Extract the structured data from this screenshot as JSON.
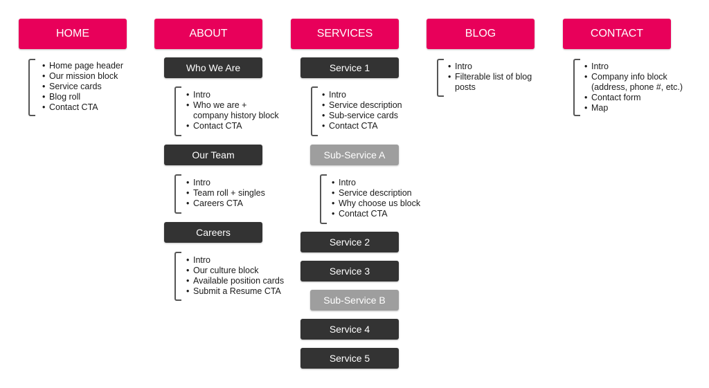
{
  "colors": {
    "nav": "#e8005a",
    "dark": "#333333",
    "grey": "#9e9e9e",
    "bracket": "#555555"
  },
  "nav": {
    "home": "HOME",
    "about": "ABOUT",
    "services": "SERVICES",
    "blog": "BLOG",
    "contact": "CONTACT"
  },
  "home": {
    "items": [
      "Home page header",
      "Our mission block",
      "Service cards",
      "Blog roll",
      "Contact CTA"
    ]
  },
  "about": {
    "who_we_are": {
      "label": "Who We Are",
      "items": [
        "Intro",
        "Who we are +",
        "company history block",
        "Contact CTA"
      ]
    },
    "our_team": {
      "label": "Our Team",
      "items": [
        "Intro",
        "Team roll + singles",
        "Careers CTA"
      ]
    },
    "careers": {
      "label": "Careers",
      "items": [
        "Intro",
        "Our culture block",
        "Available position cards",
        "Submit a Resume CTA"
      ]
    }
  },
  "services": {
    "service_1": {
      "label": "Service 1",
      "items": [
        "Intro",
        "Service description",
        "Sub-service cards",
        "Contact CTA"
      ]
    },
    "sub_service_a": {
      "label": "Sub-Service A",
      "items": [
        "Intro",
        "Service description",
        "Why choose us block",
        "Contact CTA"
      ]
    },
    "service_2": {
      "label": "Service 2"
    },
    "service_3": {
      "label": "Service 3"
    },
    "sub_service_b": {
      "label": "Sub-Service B"
    },
    "service_4": {
      "label": "Service 4"
    },
    "service_5": {
      "label": "Service 5"
    }
  },
  "blog": {
    "items": [
      "Intro",
      "Filterable list of blog",
      "posts"
    ]
  },
  "contact": {
    "items": [
      "Intro",
      "Company info block",
      "(address, phone #, etc.)",
      "Contact form",
      "Map"
    ]
  }
}
